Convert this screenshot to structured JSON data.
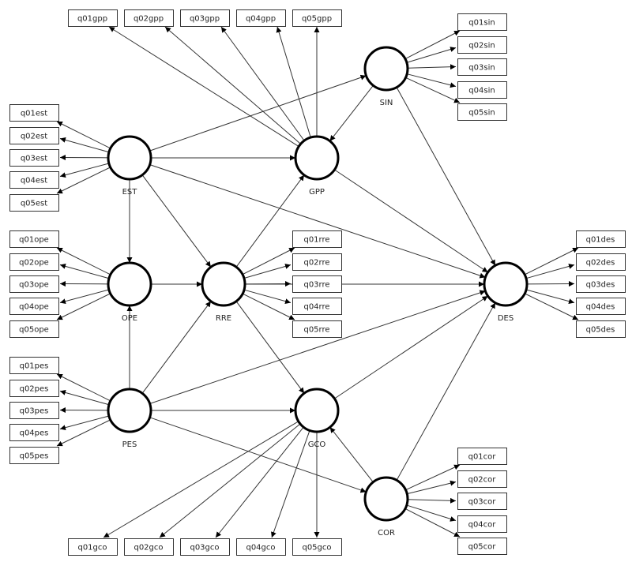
{
  "diagram": {
    "type": "path-model",
    "latent_variables": [
      {
        "id": "EST",
        "label": "EST"
      },
      {
        "id": "OPE",
        "label": "OPE"
      },
      {
        "id": "PES",
        "label": "PES"
      },
      {
        "id": "RRE",
        "label": "RRE"
      },
      {
        "id": "GPP",
        "label": "GPP"
      },
      {
        "id": "SIN",
        "label": "SIN"
      },
      {
        "id": "GCO",
        "label": "GCO"
      },
      {
        "id": "COR",
        "label": "COR"
      },
      {
        "id": "DES",
        "label": "DES"
      }
    ],
    "indicators": {
      "EST": [
        "q01est",
        "q02est",
        "q03est",
        "q04est",
        "q05est"
      ],
      "OPE": [
        "q01ope",
        "q02ope",
        "q03ope",
        "q04ope",
        "q05ope"
      ],
      "PES": [
        "q01pes",
        "q02pes",
        "q03pes",
        "q04pes",
        "q05pes"
      ],
      "GPP": [
        "q01gpp",
        "q02gpp",
        "q03gpp",
        "q04gpp",
        "q05gpp"
      ],
      "SIN": [
        "q01sin",
        "q02sin",
        "q03sin",
        "q04sin",
        "q05sin"
      ],
      "RRE": [
        "q01rre",
        "q02rre",
        "q03rre",
        "q04rre",
        "q05rre"
      ],
      "DES": [
        "q01des",
        "q02des",
        "q03des",
        "q04des",
        "q05des"
      ],
      "GCO": [
        "q01gco",
        "q02gco",
        "q03gco",
        "q04gco",
        "q05gco"
      ],
      "COR": [
        "q01cor",
        "q02cor",
        "q03cor",
        "q04cor",
        "q05cor"
      ]
    },
    "paths": [
      [
        "EST",
        "SIN"
      ],
      [
        "EST",
        "GPP"
      ],
      [
        "EST",
        "DES"
      ],
      [
        "EST",
        "OPE"
      ],
      [
        "EST",
        "RRE"
      ],
      [
        "OPE",
        "RRE"
      ],
      [
        "PES",
        "OPE"
      ],
      [
        "PES",
        "RRE"
      ],
      [
        "PES",
        "DES"
      ],
      [
        "PES",
        "GCO"
      ],
      [
        "PES",
        "COR"
      ],
      [
        "RRE",
        "GPP"
      ],
      [
        "RRE",
        "DES"
      ],
      [
        "RRE",
        "GCO"
      ],
      [
        "SIN",
        "GPP"
      ],
      [
        "SIN",
        "DES"
      ],
      [
        "GPP",
        "DES"
      ],
      [
        "GCO",
        "DES"
      ],
      [
        "COR",
        "GCO"
      ],
      [
        "COR",
        "DES"
      ]
    ]
  }
}
